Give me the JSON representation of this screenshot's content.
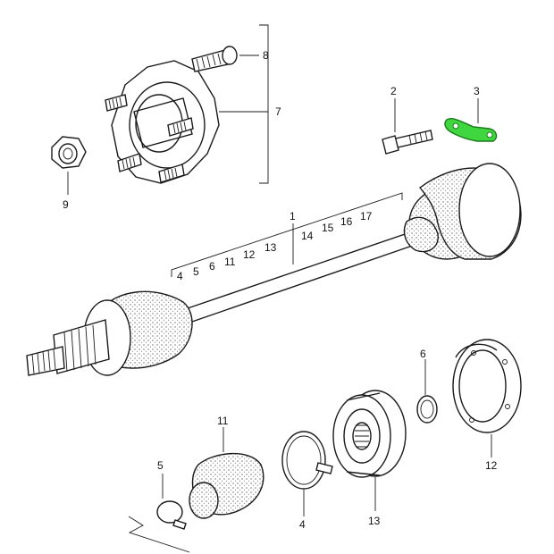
{
  "diagram": {
    "highlight_color": "#3fd63f",
    "parts": {
      "p1": "1",
      "p2": "2",
      "p3": "3",
      "p4": "4",
      "p5": "5",
      "p6": "6",
      "p7": "7",
      "p8": "8",
      "p9": "9",
      "p11": "11",
      "p12": "12",
      "p13": "13"
    },
    "shaft_items": [
      "4",
      "5",
      "6",
      "11",
      "12",
      "13",
      "14",
      "15",
      "16",
      "17"
    ]
  }
}
